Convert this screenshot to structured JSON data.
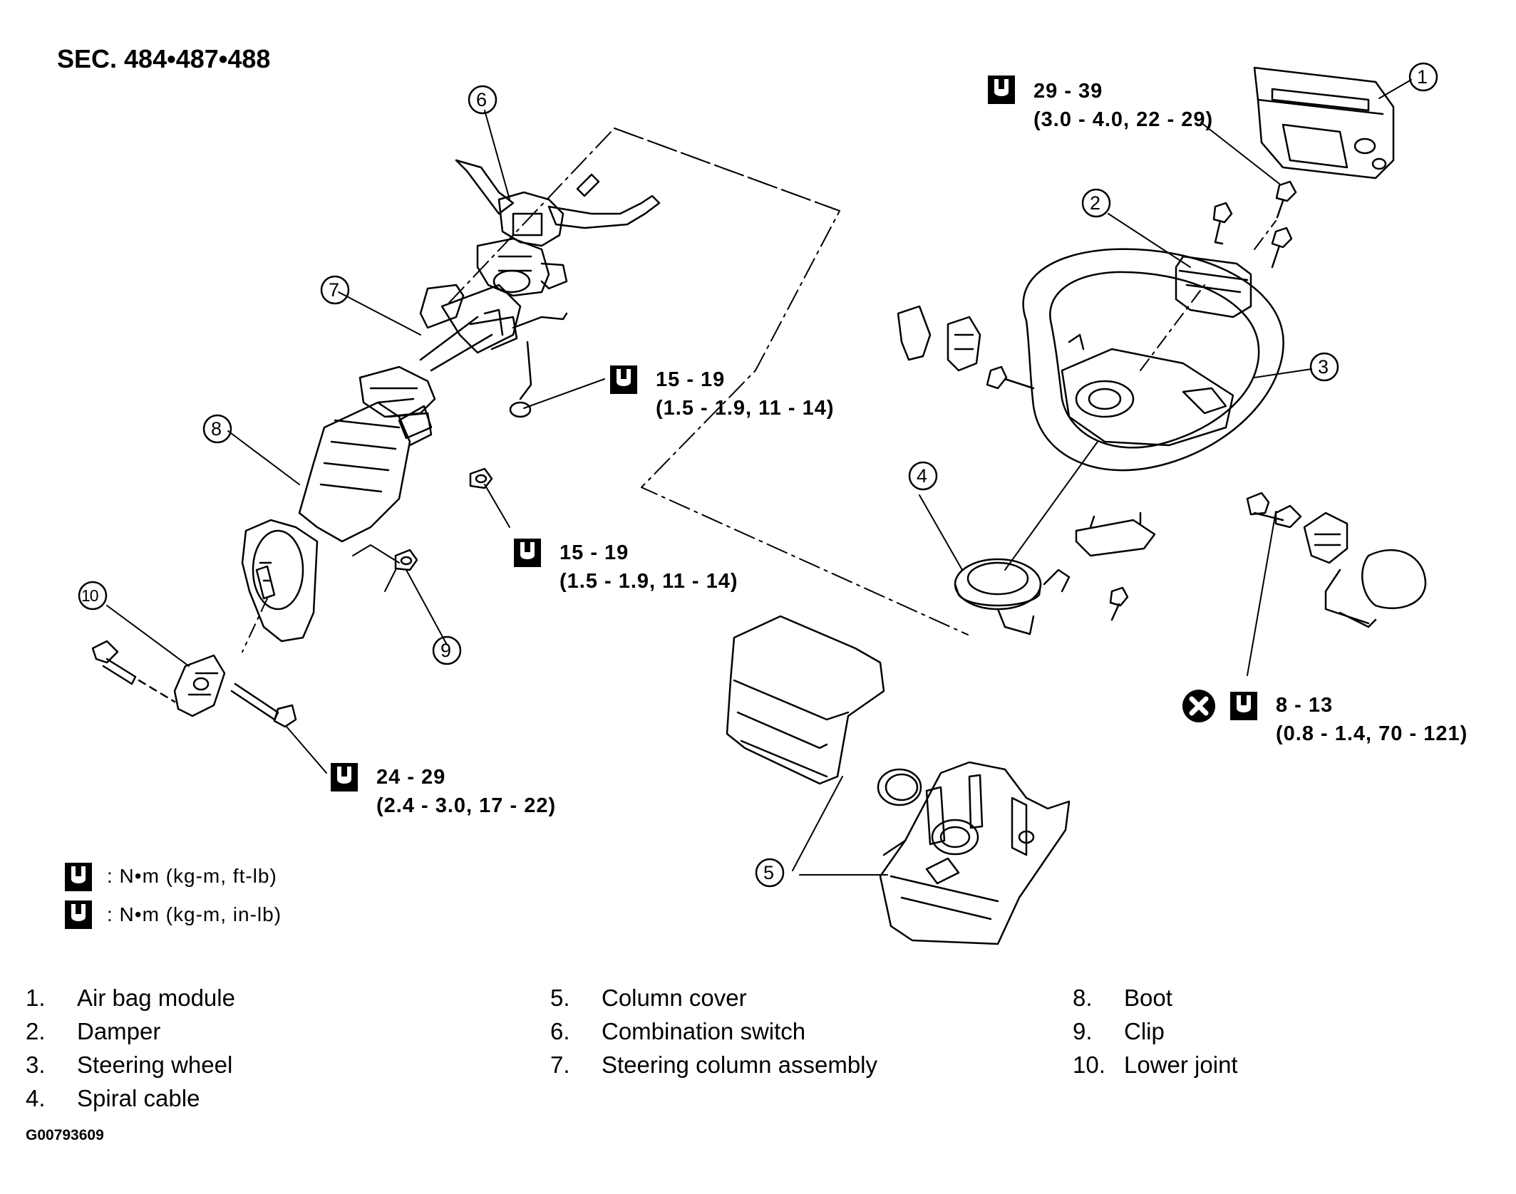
{
  "section_title": "SEC. 484•487•488",
  "callouts": [
    "1",
    "2",
    "3",
    "4",
    "5",
    "6",
    "7",
    "8",
    "9",
    "10"
  ],
  "torque_specs": [
    {
      "line1": "29 - 39",
      "line2": "(3.0 - 4.0, 22 - 29)",
      "icon": "torque-ft-lb-icon"
    },
    {
      "line1": "15 - 19",
      "line2": "(1.5 - 1.9, 11 - 14)",
      "icon": "torque-ft-lb-icon"
    },
    {
      "line1": "15 - 19",
      "line2": "(1.5 - 1.9, 11 - 14)",
      "icon": "torque-ft-lb-icon"
    },
    {
      "line1": "24 - 29",
      "line2": "(2.4 - 3.0, 17 - 22)",
      "icon": "torque-ft-lb-icon"
    },
    {
      "line1": "8 - 13",
      "line2": "(0.8 - 1.4, 70 - 121)",
      "icon": "torque-in-lb-icon",
      "extra_icon": "do-not-reuse-icon"
    }
  ],
  "legend": [
    {
      "icon": "torque-ft-lb-icon",
      "text": ": N•m (kg-m, ft-lb)"
    },
    {
      "icon": "torque-in-lb-icon",
      "text": ": N•m (kg-m, in-lb)"
    }
  ],
  "parts": [
    {
      "num": "1.",
      "name": "Air bag module"
    },
    {
      "num": "2.",
      "name": "Damper"
    },
    {
      "num": "3.",
      "name": "Steering wheel"
    },
    {
      "num": "4.",
      "name": "Spiral cable"
    },
    {
      "num": "5.",
      "name": "Column cover"
    },
    {
      "num": "6.",
      "name": "Combination switch"
    },
    {
      "num": "7.",
      "name": "Steering column assembly"
    },
    {
      "num": "8.",
      "name": "Boot"
    },
    {
      "num": "9.",
      "name": "Clip"
    },
    {
      "num": "10.",
      "name": "Lower joint"
    }
  ],
  "figure_code": "G00793609"
}
